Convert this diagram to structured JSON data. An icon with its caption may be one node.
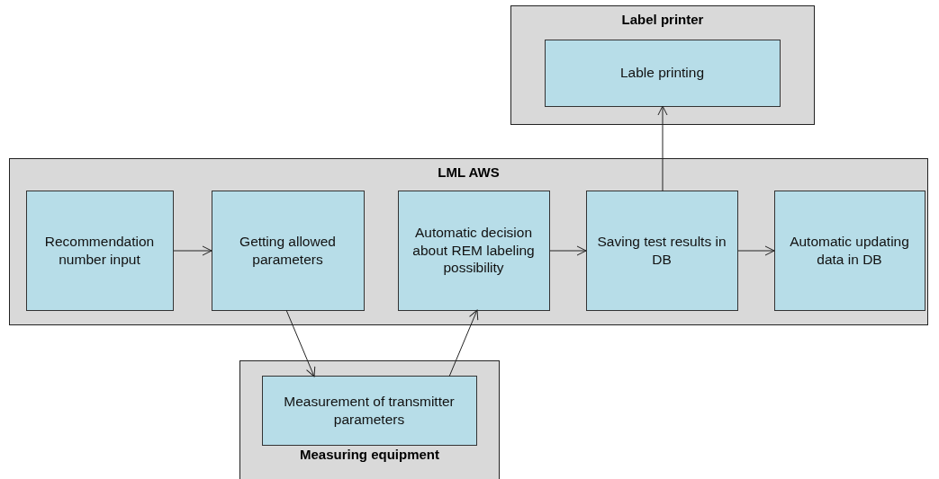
{
  "diagram": {
    "nodes": [
      {
        "text": [
          "Label printer"
        ]
      },
      {
        "text": [
          "Lable printing"
        ],
        "in": 0
      },
      {
        "text": [
          "LML AWS"
        ]
      },
      {
        "text": [
          "Recommendation number input"
        ],
        "in": 2
      },
      {
        "text": [
          "Getting allowed parameters"
        ],
        "in": 2
      },
      {
        "text": [
          "Automatic decision about REM labeling possibility"
        ],
        "in": 2
      },
      {
        "text": [
          "Saving test results in DB"
        ],
        "in": 2
      },
      {
        "text": [
          "Automatic updating data in DB"
        ],
        "in": 2
      },
      {
        "text": [
          "Measuring equipment"
        ]
      },
      {
        "text": [
          "Measurement of transmitter parameters"
        ],
        "in": 8
      }
    ],
    "edges": [
      {
        "from": 3,
        "to": 4,
        "arrow": "to"
      },
      {
        "from": 4,
        "to": 9,
        "arrow": "to"
      },
      {
        "from": 9,
        "to": 5,
        "arrow": "to"
      },
      {
        "from": 5,
        "to": 6,
        "arrow": "to"
      },
      {
        "from": 6,
        "to": 1,
        "arrow": "to"
      },
      {
        "from": 6,
        "to": 7,
        "arrow": "to"
      }
    ]
  }
}
